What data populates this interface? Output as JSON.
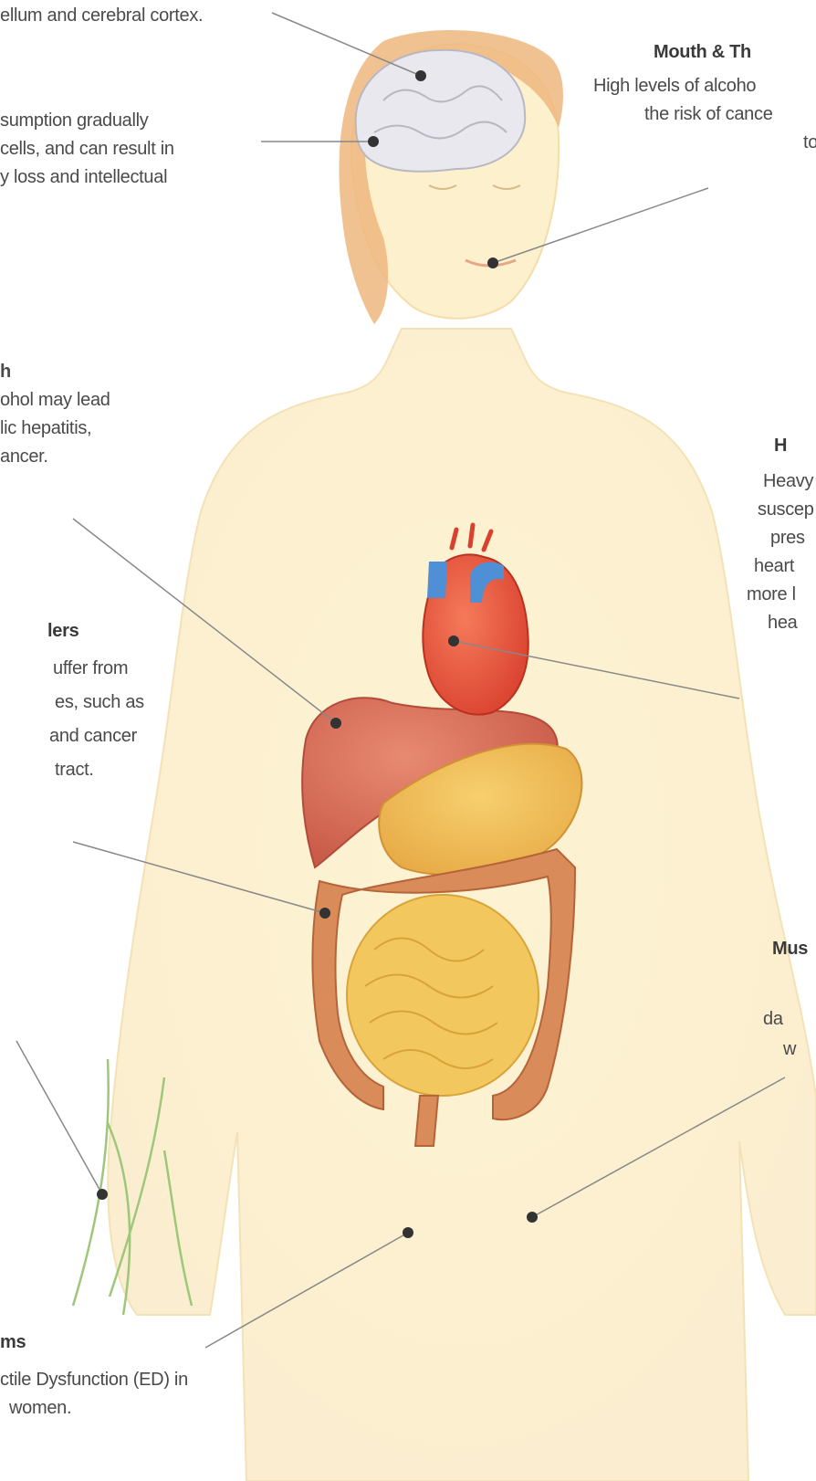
{
  "brain": {
    "caption_top": "ellum and cerebral cortex.",
    "lines": [
      "sumption gradually",
      "cells, and can result in",
      "y loss and intellectual"
    ]
  },
  "mouth": {
    "title": "Mouth & Th",
    "lines": [
      "High levels of alcoho",
      "the risk of cance",
      "to"
    ]
  },
  "liver": {
    "lines": [
      "h",
      "ohol may lead",
      "lic hepatitis,",
      "ancer."
    ]
  },
  "heart": {
    "title": "H",
    "lines": [
      "Heavy",
      "suscep",
      "pres",
      "heart",
      "more l",
      "hea"
    ]
  },
  "digestive": {
    "title": "lers",
    "lines": [
      "uffer from",
      "es, such as",
      "and cancer",
      "tract."
    ]
  },
  "muscle": {
    "title": "Mus",
    "lines": [
      "da",
      "w"
    ]
  },
  "reproductive": {
    "title": "ms",
    "lines": [
      "ctile Dysfunction (ED) in",
      "women."
    ]
  },
  "colors": {
    "skin": "#fdf2cf",
    "hair": "#efb77e",
    "liver": "#d9705b",
    "heart": "#e8553d",
    "vessel": "#4f8fd6",
    "intestine": "#f2c85e",
    "nerve": "#9ec77a",
    "leader_line": "#888888"
  }
}
